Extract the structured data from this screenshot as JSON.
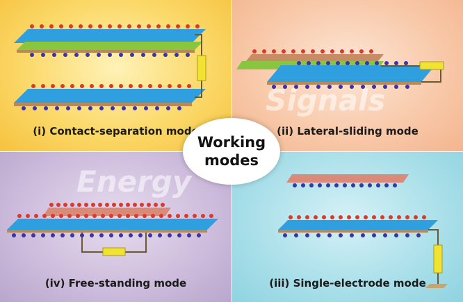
{
  "quadrants": {
    "top_left": {
      "caption": "(i) Contact-separation mode"
    },
    "top_right": {
      "caption": "(ii) Lateral-sliding mode",
      "watermark": "Signals"
    },
    "bottom_left": {
      "caption": "(iv) Free-standing mode",
      "watermark": "Energy"
    },
    "bottom_right": {
      "caption": "(iii) Single-electrode mode"
    }
  },
  "center": {
    "line1": "Working",
    "line2": "modes"
  },
  "colors": {
    "dielectric_blue": "#2f9fe0",
    "dielectric_green": "#8ac540",
    "electrode_brown": "#b98a55",
    "top_plate_red": "#d98a78",
    "load_yellow": "#f2e232",
    "wire": "#6b5a2e",
    "positive_charge": "#d93a2b",
    "negative_charge": "#3a34a8"
  }
}
